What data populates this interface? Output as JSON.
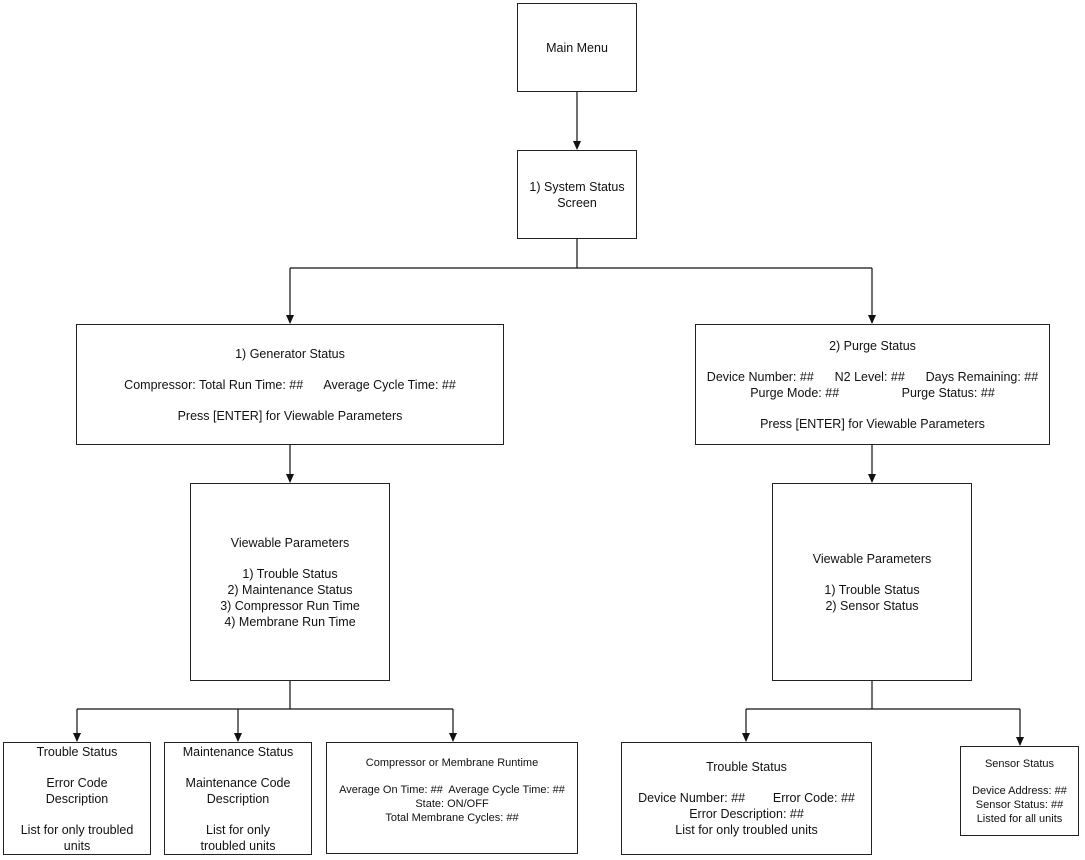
{
  "main_menu": {
    "label": "Main Menu"
  },
  "system_status": {
    "lines": [
      "1) System Status",
      "Screen"
    ]
  },
  "generator_status": {
    "title": "1) Generator Status",
    "run_times": "Compressor: Total Run Time: ##      Average Cycle Time: ##",
    "hint": "Press [ENTER] for Viewable Parameters"
  },
  "purge_status": {
    "title": "2) Purge Status",
    "line1": "Device Number: ##      N2 Level: ##      Days Remaining: ##",
    "line2": "Purge Mode: ##                  Purge Status: ##",
    "hint": "Press [ENTER] for Viewable Parameters"
  },
  "generator_params": {
    "title": "Viewable Parameters",
    "items": [
      "1) Trouble Status",
      "2) Maintenance Status",
      "3) Compressor Run Time",
      "4) Membrane Run Time"
    ]
  },
  "purge_params": {
    "title": "Viewable Parameters",
    "items": [
      "1) Trouble Status",
      "2) Sensor Status"
    ]
  },
  "gen_trouble": {
    "title": "Trouble Status",
    "desc": [
      "Error Code",
      "Description"
    ],
    "note": [
      "List for only troubled",
      "units"
    ]
  },
  "gen_maintenance": {
    "title": "Maintenance Status",
    "desc": [
      "Maintenance Code",
      "Description"
    ],
    "note": [
      "List for only",
      "troubled units"
    ]
  },
  "gen_runtime": {
    "title": "Compressor or Membrane Runtime",
    "lines": [
      "Average On Time: ##  Average Cycle Time: ##",
      "State: ON/OFF",
      "Total Membrane Cycles: ##"
    ]
  },
  "purge_trouble": {
    "title": "Trouble Status",
    "lines": [
      "Device Number: ##        Error Code: ##",
      "Error Description: ##",
      "List for only troubled units"
    ]
  },
  "purge_sensor": {
    "title": "Sensor Status",
    "lines": [
      "Device Address: ##",
      "Sensor Status: ##",
      "Listed for all units"
    ]
  }
}
